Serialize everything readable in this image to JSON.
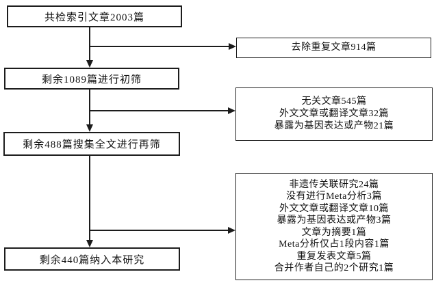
{
  "flow": {
    "main": [
      {
        "label": "共检索引文章2003篇"
      },
      {
        "label": "剩余1089篇进行初筛"
      },
      {
        "label": "剩余488篇搜集全文进行再筛"
      },
      {
        "label": "剩余440篇纳入本研究"
      }
    ],
    "exclusions": [
      {
        "lines": [
          "去除重复文章914篇"
        ]
      },
      {
        "lines": [
          "无关文章545篇",
          "外文文章或翻译文章32篇",
          "暴露为基因表达或产物21篇"
        ]
      },
      {
        "lines": [
          "非遗传关联研究24篇",
          "没有进行Meta分析3篇",
          "外文文章或翻译文章10篇",
          "暴露为基因表达或产物3篇",
          "文章为摘要1篇",
          "Meta分析仅占1段内容1篇",
          "重复发表文章5篇",
          "合并作者自己的2个研究1篇"
        ]
      }
    ],
    "colors": {
      "line": "#1c1c1c",
      "background": "#ffffff",
      "text": "#111111"
    }
  }
}
